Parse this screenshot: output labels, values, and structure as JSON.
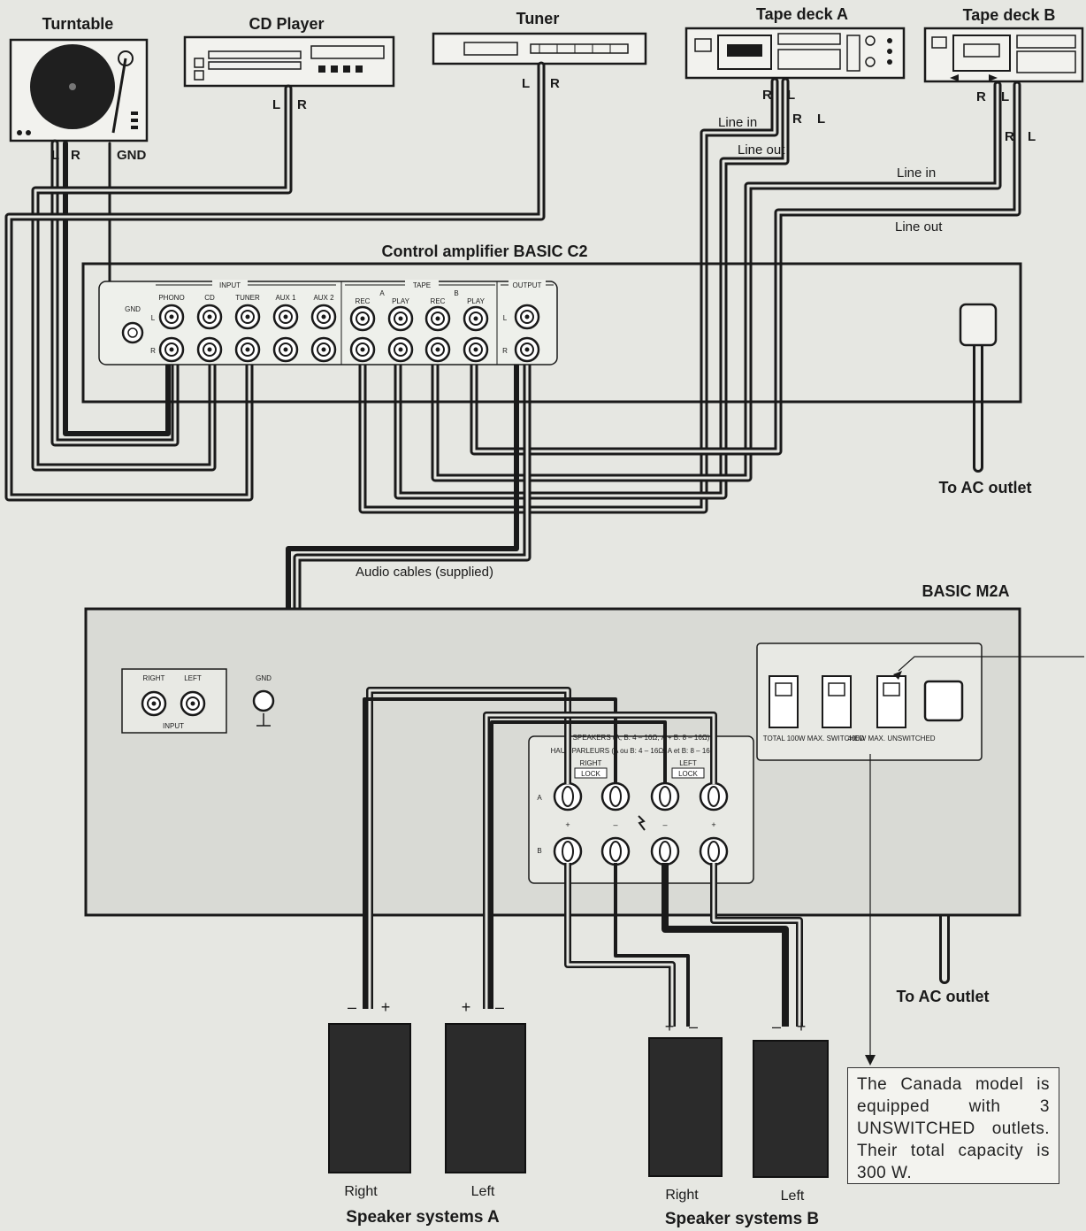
{
  "devices": {
    "turntable": "Turntable",
    "cd_player": "CD Player",
    "tuner": "Tuner",
    "tape_deck_a": "Tape deck A",
    "tape_deck_b": "Tape deck B",
    "control_amp": "Control amplifier BASIC C2",
    "power_amp": "BASIC M2A"
  },
  "cable_labels": {
    "l": "L",
    "r": "R",
    "gnd": "GND",
    "line_in": "Line in",
    "line_out": "Line out",
    "audio_cables": "Audio cables (supplied)",
    "to_ac_outlet": "To AC outlet"
  },
  "c2_panel": {
    "input": "INPUT",
    "tape": "TAPE",
    "output": "OUTPUT",
    "gnd": "GND",
    "phono": "PHONO",
    "cd": "CD",
    "tuner": "TUNER",
    "aux1": "AUX 1",
    "aux2": "AUX 2",
    "a": "A",
    "b": "B",
    "rec": "REC",
    "play": "PLAY",
    "l": "L",
    "r": "R"
  },
  "m2a_panel": {
    "right": "RIGHT",
    "left": "LEFT",
    "input": "INPUT",
    "gnd": "GND",
    "speakers_line1": "SPEAKERS (A, B: 4 – 16Ω, A + B: 8 – 16Ω)",
    "speakers_line2": "HAUT-PARLEURS (A ou B: 4 – 16Ω, A et B: 8 – 16Ω)",
    "lock": "LOCK",
    "row_a": "A",
    "row_b": "B",
    "plus": "+",
    "minus": "–",
    "outlet_switched": "TOTAL 100W MAX. SWITCHED",
    "outlet_unswitched": "400W MAX. UNSWITCHED"
  },
  "speakers": {
    "plus": "+",
    "minus": "–",
    "right": "Right",
    "left": "Left",
    "group_a": "Speaker systems A",
    "group_b": "Speaker systems B"
  },
  "note": "The Canada model is equipped with 3 UNSWITCHED outlets. Their total capacity is 300 W.",
  "colors": {
    "page": "#e6e7e2",
    "line": "#1a1a1a",
    "panel": "#d9dad5",
    "speaker": "#2b2b2b"
  }
}
